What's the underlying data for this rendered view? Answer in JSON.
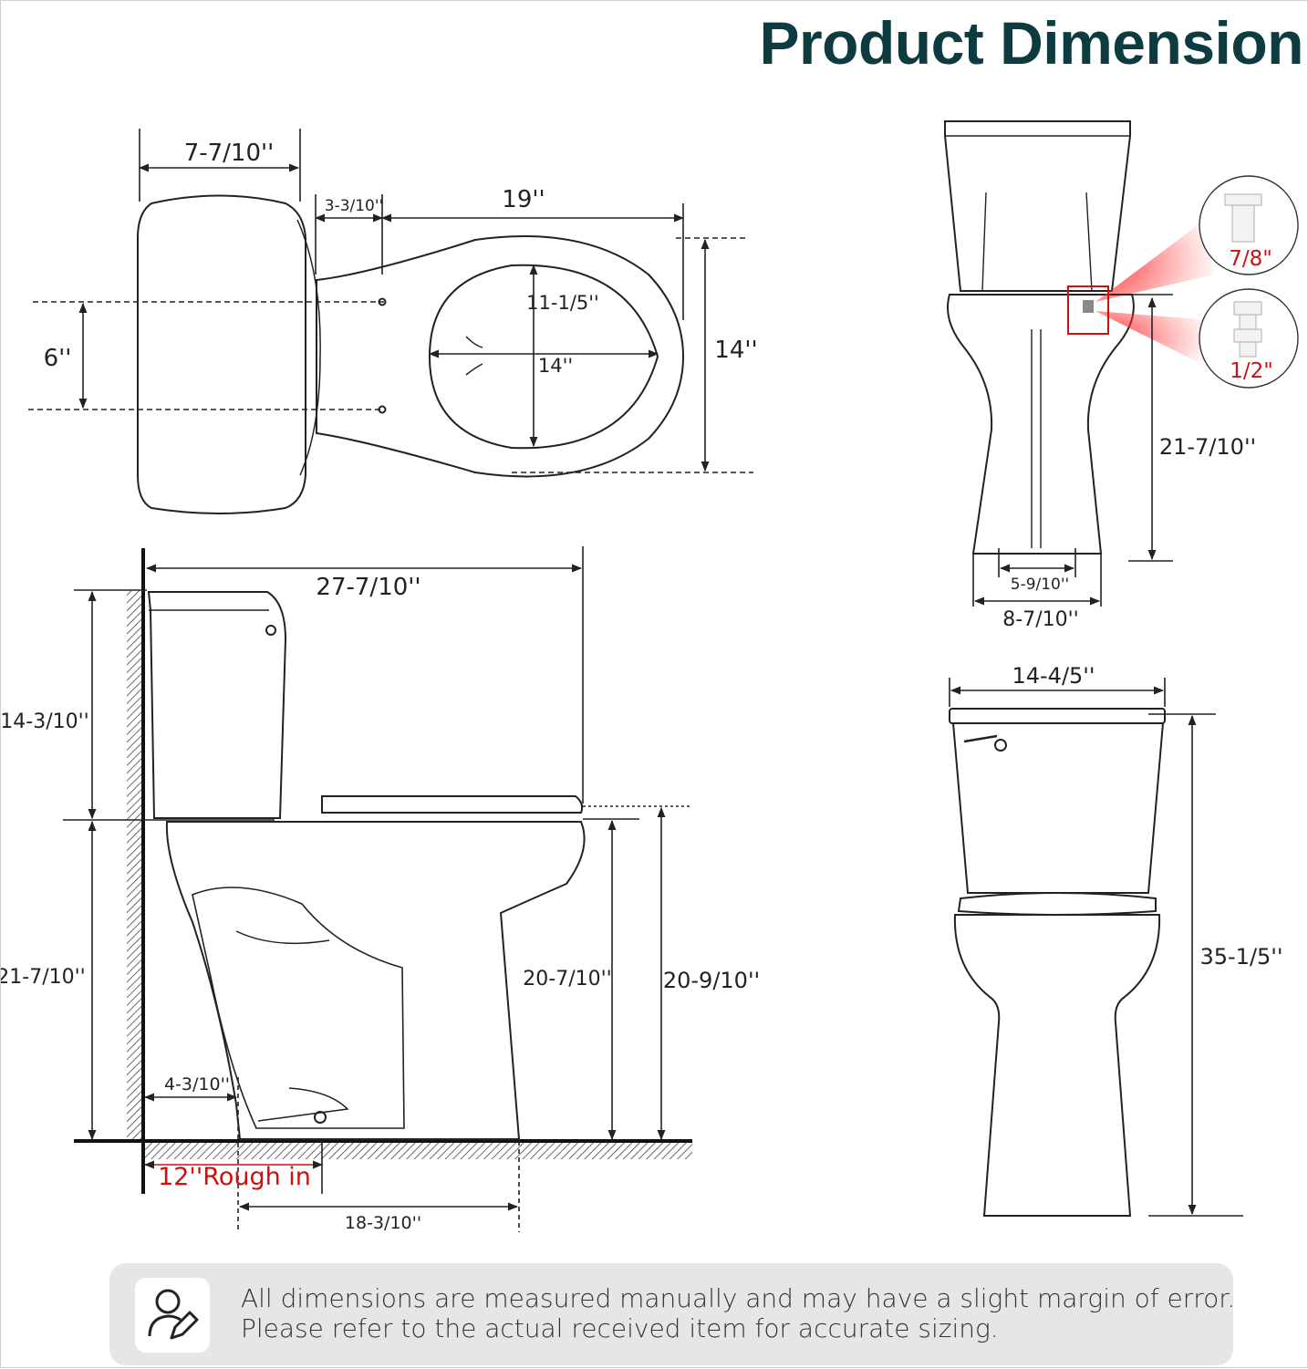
{
  "title": "Product Dimension",
  "colors": {
    "title": "#0e3b3f",
    "highlight": "#cc1111",
    "line": "#222222"
  },
  "top_view": {
    "tank_depth": "7-7/10''",
    "bolt_offset": "3-3/10''",
    "bowl_length": "19''",
    "bolt_spacing": "6''",
    "opening_length": "11-1/5''",
    "opening_width": "14''",
    "bowl_width": "14''"
  },
  "side_view": {
    "overall_depth": "27-7/10''",
    "tank_height": "14-3/10''",
    "bowl_height": "21-7/10''",
    "wall_to_base": "4-3/10''",
    "rough_in": "12''Rough in",
    "rim_height": "20-7/10''",
    "seat_height": "20-9/10''",
    "base_length": "18-3/10''"
  },
  "back_view": {
    "supply_height": "21-7/10''",
    "base_inner_width": "5-9/10''",
    "base_outer_width": "8-7/10''",
    "adapter_large": "7/8\"",
    "adapter_small": "1/2\""
  },
  "front_view": {
    "tank_width": "14-4/5''",
    "overall_height": "35-1/5''"
  },
  "note": {
    "icon": "user-edit-icon",
    "line1": "All dimensions are measured manually and may have a slight margin of error.",
    "line2": "Please refer to the actual received item for accurate sizing."
  }
}
